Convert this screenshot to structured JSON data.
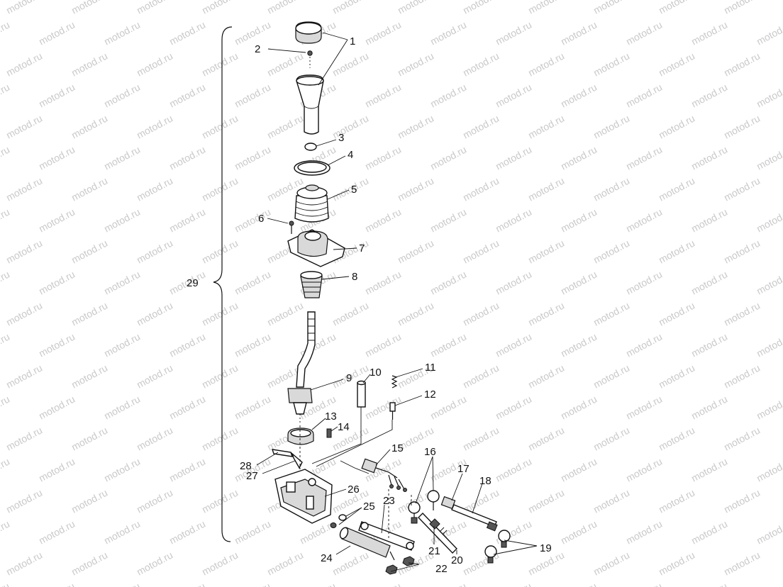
{
  "watermark": "motod.ru",
  "labels": {
    "p1": "1",
    "p2": "2",
    "p3": "3",
    "p4": "4",
    "p5": "5",
    "p6": "6",
    "p7": "7",
    "p8": "8",
    "p9": "9",
    "p10": "10",
    "p11": "11",
    "p12": "12",
    "p13": "13",
    "p14": "14",
    "p15": "15",
    "p16": "16",
    "p17": "17",
    "p18": "18",
    "p19": "19",
    "p20": "20",
    "p21": "21",
    "p22": "22",
    "p23": "23",
    "p24": "24",
    "p25": "25",
    "p26": "26",
    "p27": "27",
    "p28": "28",
    "p29": "29"
  }
}
